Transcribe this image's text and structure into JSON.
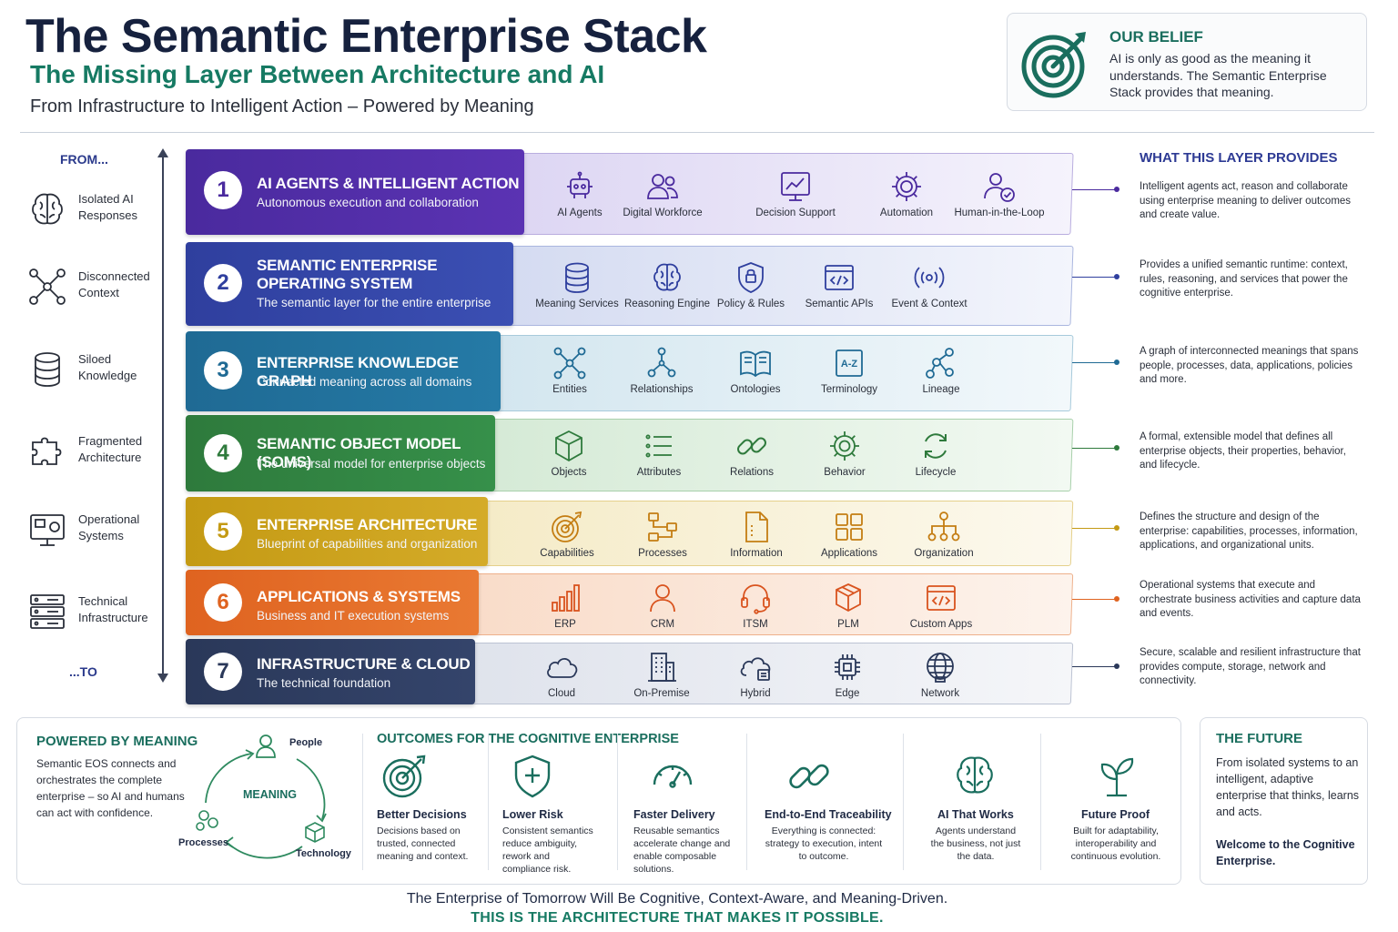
{
  "header": {
    "title": "The Semantic Enterprise Stack",
    "subtitle": "The Missing Layer Between Architecture and AI",
    "tagline": "From Infrastructure to Intelligent Action – Powered by Meaning"
  },
  "belief": {
    "title": "OUR BELIEF",
    "text": "AI is only as good as the meaning it understands. The Semantic Enterprise Stack provides that meaning.",
    "icon": "target-icon"
  },
  "from_to": {
    "from_label": "FROM...",
    "to_label": "...TO",
    "items": [
      {
        "label": "Isolated AI Responses",
        "icon": "brain-icon"
      },
      {
        "label": "Disconnected Context",
        "icon": "nodes-icon"
      },
      {
        "label": "Siloed Knowledge",
        "icon": "database-icon"
      },
      {
        "label": "Fragmented Architecture",
        "icon": "puzzle-icon"
      },
      {
        "label": "Operational Systems",
        "icon": "monitor-icon"
      },
      {
        "label": "Technical Infrastructure",
        "icon": "server-icon"
      }
    ]
  },
  "provides_title": "WHAT THIS LAYER PROVIDES",
  "layers": [
    {
      "number": "1",
      "title": "AI AGENTS & INTELLIGENT ACTION",
      "subtitle": "Autonomous execution and collaboration",
      "color": "#4a2a9e",
      "items": [
        {
          "label": "AI Agents",
          "icon": "robot-icon"
        },
        {
          "label": "Digital Workforce",
          "icon": "people-icon"
        },
        {
          "label": "Decision Support",
          "icon": "chart-board-icon"
        },
        {
          "label": "Automation",
          "icon": "gear-icon"
        },
        {
          "label": "Human-in-the-Loop",
          "icon": "user-check-icon"
        }
      ],
      "provides": "Intelligent agents act, reason and collaborate using enterprise meaning to deliver outcomes and create value."
    },
    {
      "number": "2",
      "title": "SEMANTIC ENTERPRISE OPERATING SYSTEM",
      "subtitle": "The semantic layer for the entire enterprise",
      "color": "#2f3f9e",
      "items": [
        {
          "label": "Meaning Services",
          "icon": "database-icon"
        },
        {
          "label": "Reasoning Engine",
          "icon": "brain-icon"
        },
        {
          "label": "Policy & Rules",
          "icon": "shield-icon"
        },
        {
          "label": "Semantic APIs",
          "icon": "code-window-icon"
        },
        {
          "label": "Event & Context",
          "icon": "broadcast-icon"
        }
      ],
      "provides": "Provides a unified semantic runtime: context, rules, reasoning, and services that power the cognitive enterprise."
    },
    {
      "number": "3",
      "title": "ENTERPRISE KNOWLEDGE GRAPH",
      "subtitle": "Connected meaning across all domains",
      "color": "#1f6a94",
      "items": [
        {
          "label": "Entities",
          "icon": "nodes-icon"
        },
        {
          "label": "Relationships",
          "icon": "tree-icon"
        },
        {
          "label": "Ontologies",
          "icon": "book-icon"
        },
        {
          "label": "Terminology",
          "icon": "az-icon"
        },
        {
          "label": "Lineage",
          "icon": "lineage-icon"
        }
      ],
      "provides": "A graph of interconnected meanings that spans people, processes, data, applications, policies and more."
    },
    {
      "number": "4",
      "title": "SEMANTIC OBJECT MODEL (SOMS)",
      "subtitle": "The universal model for enterprise objects",
      "color": "#2e7a3c",
      "items": [
        {
          "label": "Objects",
          "icon": "cube-icon"
        },
        {
          "label": "Attributes",
          "icon": "list-icon"
        },
        {
          "label": "Relations",
          "icon": "link-icon"
        },
        {
          "label": "Behavior",
          "icon": "gear-icon"
        },
        {
          "label": "Lifecycle",
          "icon": "cycle-icon"
        }
      ],
      "provides": "A formal, extensible model that defines all enterprise objects, their properties, behavior, and lifecycle."
    },
    {
      "number": "5",
      "title": "ENTERPRISE ARCHITECTURE",
      "subtitle": "Blueprint of capabilities and organization",
      "color": "#c9a01c",
      "items": [
        {
          "label": "Capabilities",
          "icon": "target-icon"
        },
        {
          "label": "Processes",
          "icon": "flow-icon"
        },
        {
          "label": "Information",
          "icon": "document-icon"
        },
        {
          "label": "Applications",
          "icon": "grid-icon"
        },
        {
          "label": "Organization",
          "icon": "org-icon"
        }
      ],
      "provides": "Defines the structure and design of the enterprise: capabilities, processes, information, applications, and organizational units."
    },
    {
      "number": "6",
      "title": "APPLICATIONS & SYSTEMS",
      "subtitle": "Business and IT execution systems",
      "color": "#e06a24",
      "items": [
        {
          "label": "ERP",
          "icon": "bar-chart-icon"
        },
        {
          "label": "CRM",
          "icon": "user-icon"
        },
        {
          "label": "ITSM",
          "icon": "headset-icon"
        },
        {
          "label": "PLM",
          "icon": "box-icon"
        },
        {
          "label": "Custom Apps",
          "icon": "code-window-icon"
        }
      ],
      "provides": "Operational systems that execute and orchestrate business activities and capture data and events."
    },
    {
      "number": "7",
      "title": "INFRASTRUCTURE & CLOUD",
      "subtitle": "The technical foundation",
      "color": "#2b3a5e",
      "items": [
        {
          "label": "Cloud",
          "icon": "cloud-icon"
        },
        {
          "label": "On-Premise",
          "icon": "building-icon"
        },
        {
          "label": "Hybrid",
          "icon": "hybrid-cloud-icon"
        },
        {
          "label": "Edge",
          "icon": "chip-icon"
        },
        {
          "label": "Network",
          "icon": "globe-icon"
        }
      ],
      "provides": "Secure, scalable and resilient infrastructure that provides compute, storage, network and connectivity."
    }
  ],
  "powered": {
    "title": "POWERED BY MEANING",
    "text": "Semantic EOS connects and orchestrates the complete enterprise – so AI and humans can act with confidence.",
    "center": "MEANING",
    "people": "People",
    "processes": "Processes",
    "technology": "Technology"
  },
  "outcomes": {
    "title": "OUTCOMES FOR THE COGNITIVE ENTERPRISE",
    "items": [
      {
        "title": "Better Decisions",
        "text": "Decisions based on trusted, connected meaning and context.",
        "icon": "target-icon"
      },
      {
        "title": "Lower Risk",
        "text": "Consistent semantics reduce ambiguity, rework and compliance risk.",
        "icon": "shield-icon"
      },
      {
        "title": "Faster Delivery",
        "text": "Reusable semantics accelerate change and enable composable solutions.",
        "icon": "speedometer-icon"
      },
      {
        "title": "End-to-End Traceability",
        "text": "Everything is connected: strategy to execution, intent to outcome.",
        "icon": "link-icon"
      },
      {
        "title": "AI That Works",
        "text": "Agents understand the business, not just the data.",
        "icon": "brain-icon"
      },
      {
        "title": "Future Proof",
        "text": "Built for adaptability, interoperability and continuous evolution.",
        "icon": "sprout-icon"
      }
    ]
  },
  "future": {
    "title": "THE FUTURE",
    "text": "From isolated systems to an intelligent, adaptive enterprise that thinks, learns and acts.",
    "welcome": "Welcome to the Cognitive Enterprise."
  },
  "footer": {
    "line1": "The Enterprise of Tomorrow Will Be Cognitive, Context-Aware, and Meaning-Driven.",
    "line2": "THIS IS THE ARCHITECTURE THAT MAKES IT POSSIBLE."
  }
}
